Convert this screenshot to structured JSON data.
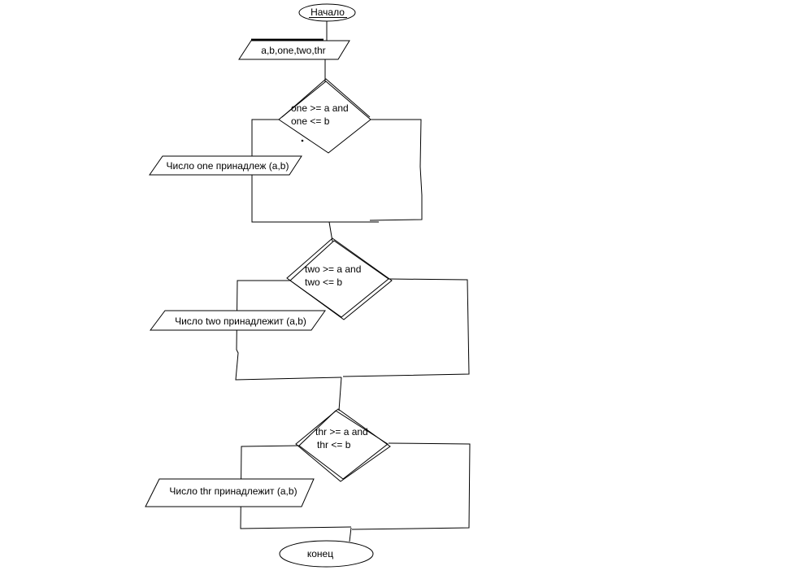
{
  "canvas": {
    "background_color": "#ffffff",
    "line_color": "#000000",
    "text_color": "#000000"
  },
  "flowchart": {
    "start": {
      "label": "Начало"
    },
    "input": {
      "label": "a,b,one,two,thr"
    },
    "decision_one": {
      "line1": "one >= a and",
      "line2": "one <= b"
    },
    "output_one": {
      "label": "Число one принадлеж (a,b)"
    },
    "decision_two": {
      "line1": "two >= a and",
      "line2": "two <= b"
    },
    "output_two": {
      "label": "Число two принадлежит (a,b)"
    },
    "decision_thr": {
      "line1": "thr >= a and",
      "line2": "thr <= b"
    },
    "output_thr": {
      "label": "Число thr принадлежит (a,b)"
    },
    "end": {
      "label": "конец"
    }
  }
}
